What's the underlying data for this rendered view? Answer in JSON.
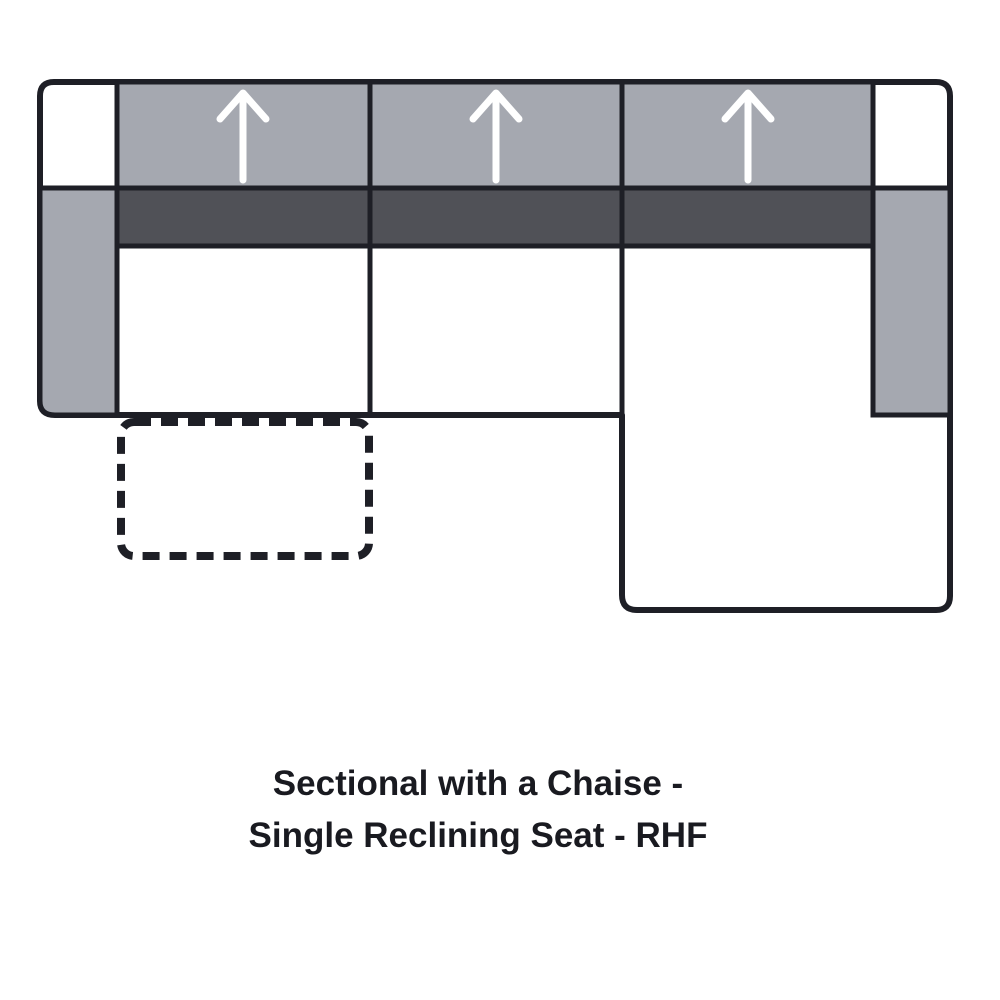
{
  "diagram": {
    "type": "sectional-sofa-floorplan",
    "title_line1": "Sectional with a Chaise -",
    "title_line2": "Single Reclining Seat - RHF",
    "colors": {
      "upholstery": "#a5a8b0",
      "back_cushion": "#505157",
      "outline": "#1e1f26",
      "seat": "#ffffff",
      "arrow": "#ffffff",
      "text": "#191a20"
    },
    "sections": [
      {
        "name": "left-seat",
        "icon": "up-arrow-icon"
      },
      {
        "name": "middle-seat",
        "icon": "up-arrow-icon"
      },
      {
        "name": "chaise-seat",
        "icon": "up-arrow-icon"
      }
    ],
    "recliner_footprint": "dashed-outline"
  }
}
